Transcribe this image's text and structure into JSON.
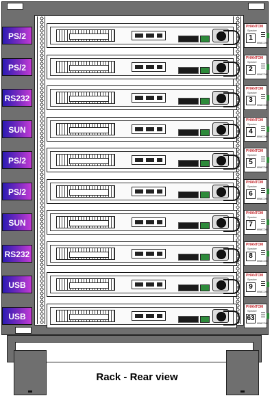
{
  "caption": "Rack - Rear view",
  "rows": [
    {
      "label": "PS/2",
      "dongle_number": "1",
      "dongle_brand": "PHANTOM",
      "dongle_model": "Specter",
      "dongle_logo": "MINICOM"
    },
    {
      "label": "PS/2",
      "dongle_number": "2",
      "dongle_brand": "PHANTOM",
      "dongle_model": "Specter",
      "dongle_logo": "MINICOM"
    },
    {
      "label": "RS232",
      "dongle_number": "3",
      "dongle_brand": "PHANTOM",
      "dongle_model": "Specter",
      "dongle_logo": "MINICOM"
    },
    {
      "label": "SUN",
      "dongle_number": "4",
      "dongle_brand": "PHANTOM",
      "dongle_model": "Specter",
      "dongle_logo": "MINICOM"
    },
    {
      "label": "PS/2",
      "dongle_number": "5",
      "dongle_brand": "PHANTOM",
      "dongle_model": "Specter",
      "dongle_logo": "MINICOM"
    },
    {
      "label": "PS/2",
      "dongle_number": "6",
      "dongle_brand": "PHANTOM",
      "dongle_model": "Specter",
      "dongle_logo": "MINICOM"
    },
    {
      "label": "SUN",
      "dongle_number": "7",
      "dongle_brand": "PHANTOM",
      "dongle_model": "Specter",
      "dongle_logo": "MINICOM"
    },
    {
      "label": "RS232",
      "dongle_number": "8",
      "dongle_brand": "PHANTOM",
      "dongle_model": "Specter",
      "dongle_logo": "MINICOM"
    },
    {
      "label": "USB",
      "dongle_number": "9",
      "dongle_brand": "PHANTOM",
      "dongle_model": "Specter",
      "dongle_logo": "MINICOM"
    },
    {
      "label": "USB",
      "dongle_number": "63",
      "dongle_brand": "PHANTOM",
      "dongle_model": "Specter",
      "dongle_logo": "MINICOM"
    }
  ]
}
